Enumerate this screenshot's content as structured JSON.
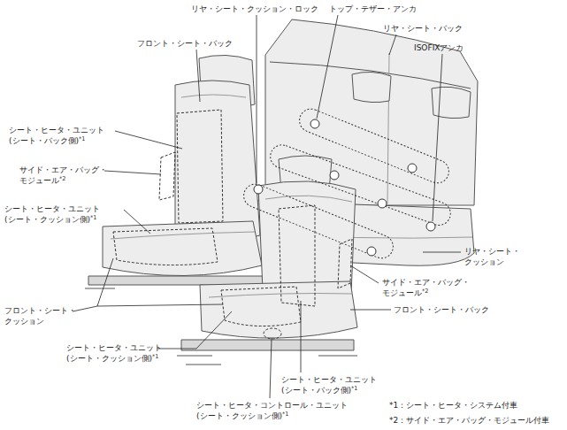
{
  "diagram": {
    "labels": [
      "リヤ・シート・クッション・ロック",
      "トップ・テザー・アンカ",
      "リヤ・シート・バック",
      "ISOFIXアンカ",
      "フロント・シート・バック",
      "シート・ヒータ・ユニット (シート・バック側)*1",
      "サイド・エア・バッグ・ モジュール*2",
      "シート・ヒータ・ユニット (シート・クッション側)*1",
      "フロント・シート・ クッション",
      "シート・ヒータ・ユニット (シート・クッション側)*1",
      "リヤ・シート・ クッション",
      "サイド・エア・バッグ・ モジュール*2",
      "フロント・シート・バック",
      "シート・ヒータ・ユニット (シート・バック側)*1",
      "シート・ヒータ・コントロール・ユニット (シート・クッション側)*1",
      "*1：シート・ヒータ・システム付車",
      "*2：サイド・エア・バッグ・モジュール付車"
    ]
  }
}
